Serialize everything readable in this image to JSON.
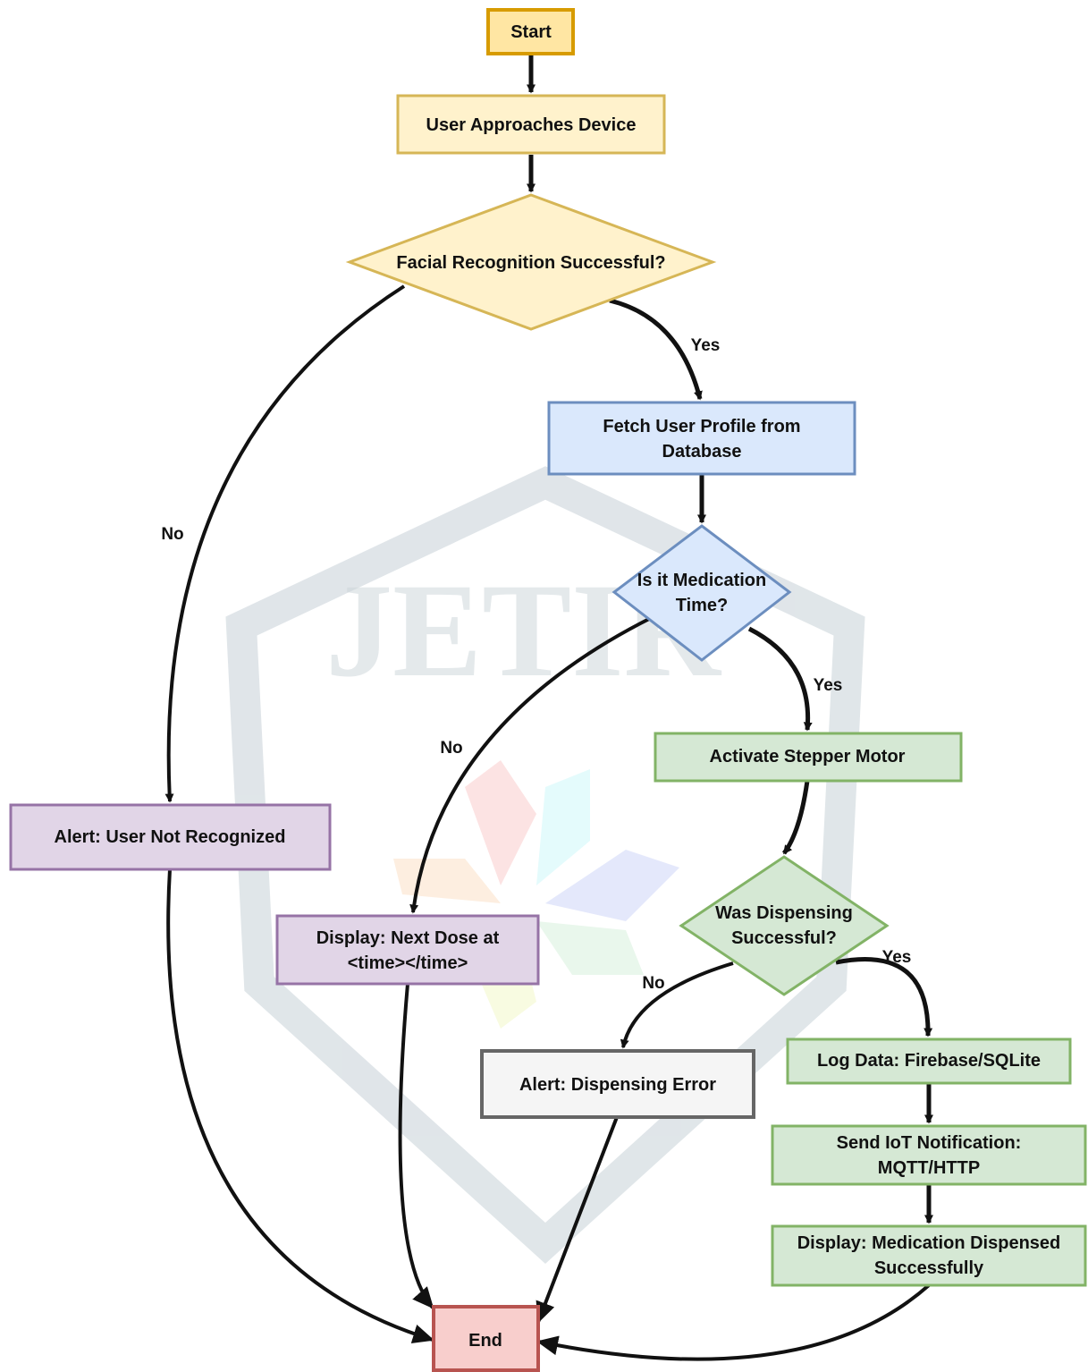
{
  "colors": {
    "yellow_fill": "#fff2cc",
    "yellow_stroke": "#d6b656",
    "start_fill": "#ffe6a3",
    "start_stroke": "#d79b00",
    "blue_fill": "#dae8fc",
    "blue_stroke": "#6c8ebf",
    "green_fill": "#d5e8d4",
    "green_stroke": "#82b366",
    "purple_fill": "#e1d5e7",
    "purple_stroke": "#9673a6",
    "gray_fill": "#f5f5f5",
    "gray_stroke": "#666666",
    "red_fill": "#f8cecc",
    "red_stroke": "#b85450",
    "edge": "#111111"
  },
  "watermark": {
    "text": "JETIR"
  },
  "nodes": {
    "start": "Start",
    "user_approaches": "User Approaches Device",
    "facial_decision": "Facial Recognition Successful?",
    "fetch_profile": [
      "Fetch User Profile from",
      "Database"
    ],
    "medication_decision": [
      "Is it Medication",
      "Time?"
    ],
    "alert_not_recognized": "Alert: User Not Recognized",
    "activate_motor": "Activate Stepper Motor",
    "dispense_decision": [
      "Was Dispensing",
      "Successful?"
    ],
    "display_next_dose": [
      "Display: Next Dose at",
      "<time></time>"
    ],
    "alert_dispensing_error": "Alert: Dispensing Error",
    "log_data": "Log Data: Firebase/SQLite",
    "send_notification": [
      "Send IoT Notification:",
      "MQTT/HTTP"
    ],
    "display_dispensed": [
      "Display: Medication Dispensed",
      "Successfully"
    ],
    "end": "End"
  },
  "edge_labels": {
    "facial_yes": "Yes",
    "facial_no": "No",
    "medication_yes": "Yes",
    "medication_no": "No",
    "dispense_yes": "Yes",
    "dispense_no": "No"
  }
}
